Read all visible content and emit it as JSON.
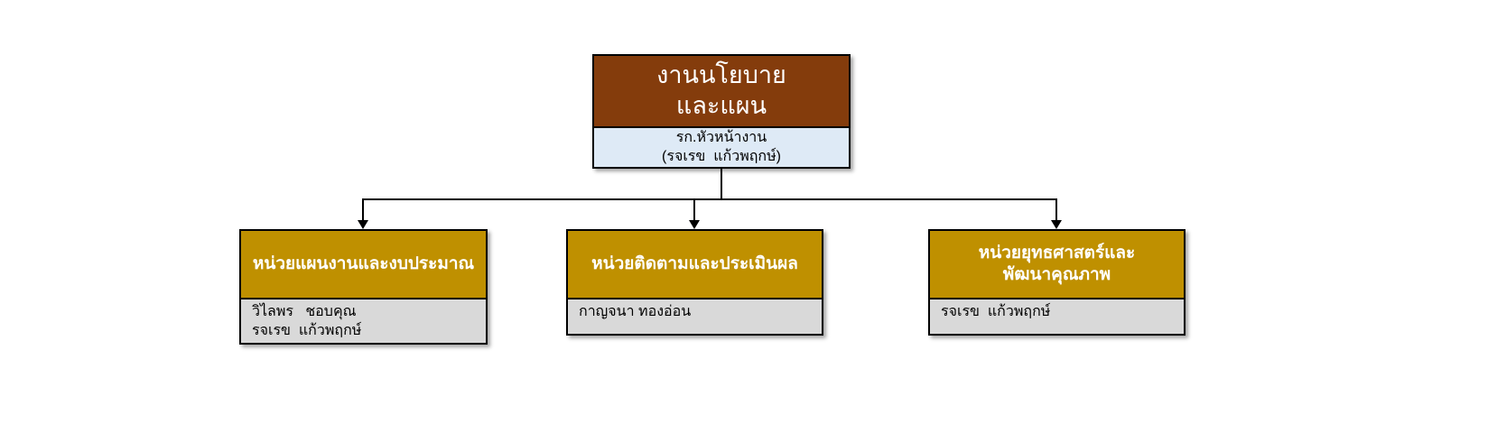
{
  "org": {
    "root": {
      "title_lines": [
        "งานนโยบาย",
        "และแผน"
      ],
      "subtitle_lines": [
        "รก.หัวหน้างาน",
        "(รจเรข  แก้วพฤกษ์)"
      ]
    },
    "children": [
      {
        "title_lines": [
          "หน่วยแผนงานและงบประมาณ"
        ],
        "members": [
          "วิไลพร   ชอบคุณ",
          "รจเรข  แก้วพฤกษ์"
        ]
      },
      {
        "title_lines": [
          "หน่วยติดตามและประเมินผล"
        ],
        "members": [
          "กาญจนา ทองอ่อน"
        ]
      },
      {
        "title_lines": [
          "หน่วยยุทธศาสตร์และ",
          "พัฒนาคุณภาพ"
        ],
        "members": [
          "รจเรข  แก้วพฤกษ์"
        ]
      }
    ],
    "colors": {
      "root_header_bg": "#843C0C",
      "root_sub_bg": "#DEEAF6",
      "child_header_bg": "#BF9000",
      "child_sub_bg": "#D9D9D9",
      "border": "#000000",
      "header_text": "#ffffff",
      "body_text": "#000000"
    }
  }
}
